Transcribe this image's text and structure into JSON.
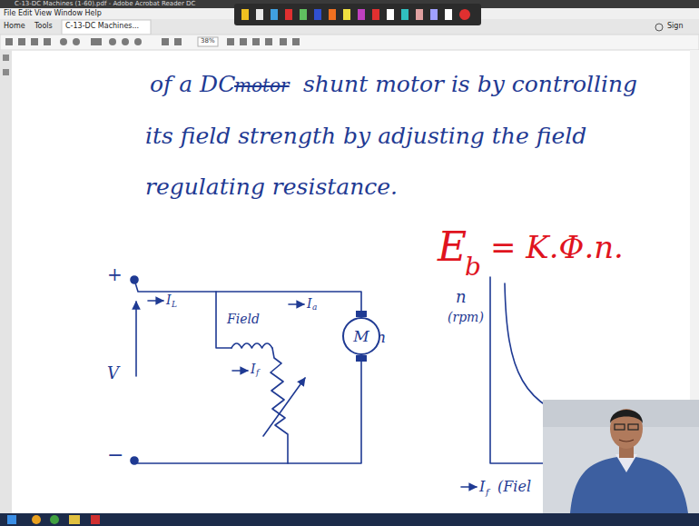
{
  "diagram": {
    "nodes": [
      {
        "text": [
          "M"
        ]
      }
    ],
    "labels": [
      "C-13-DC Machines (1-60).pdf - Adobe Acrobat Reader DC",
      "File Edit View Window Help",
      "Home",
      "Tools",
      "C-13-DC Machines...",
      "Sign",
      "38%",
      "of a DC",
      "motor",
      "shunt motor is by controlling",
      "its field strength by adjusting the field",
      "regulating resistance.",
      "E",
      "b",
      "= K.Φ.n.",
      "+",
      "−",
      "V",
      "I",
      "L",
      "Field",
      "I",
      "a",
      "I",
      "f",
      "n",
      "n",
      "(rpm)",
      "I",
      "f",
      "(Fiel"
    ]
  }
}
